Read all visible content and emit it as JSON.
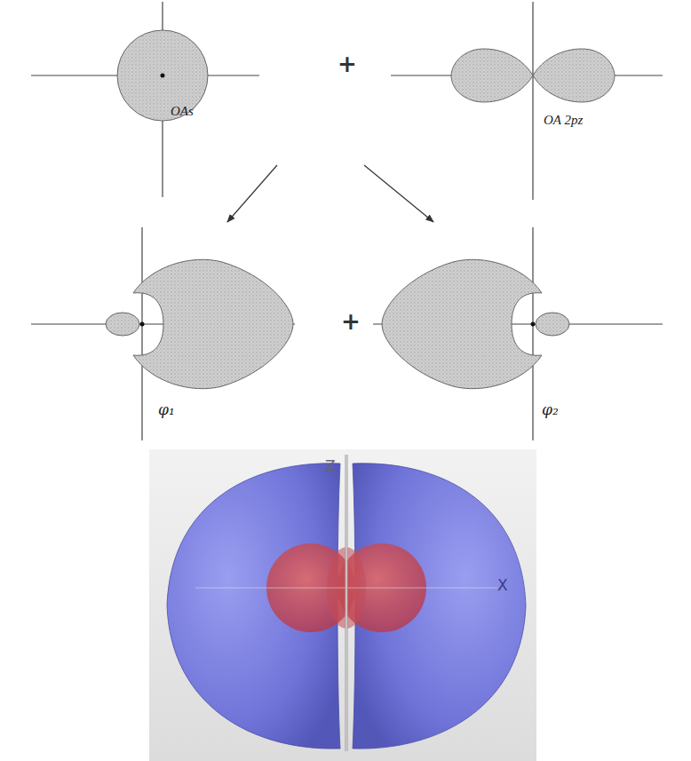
{
  "diagram": {
    "labels": [
      "OAs",
      "+",
      "OA 2pz",
      "φ₁",
      "+",
      "φ₂",
      "Z",
      "X"
    ]
  }
}
